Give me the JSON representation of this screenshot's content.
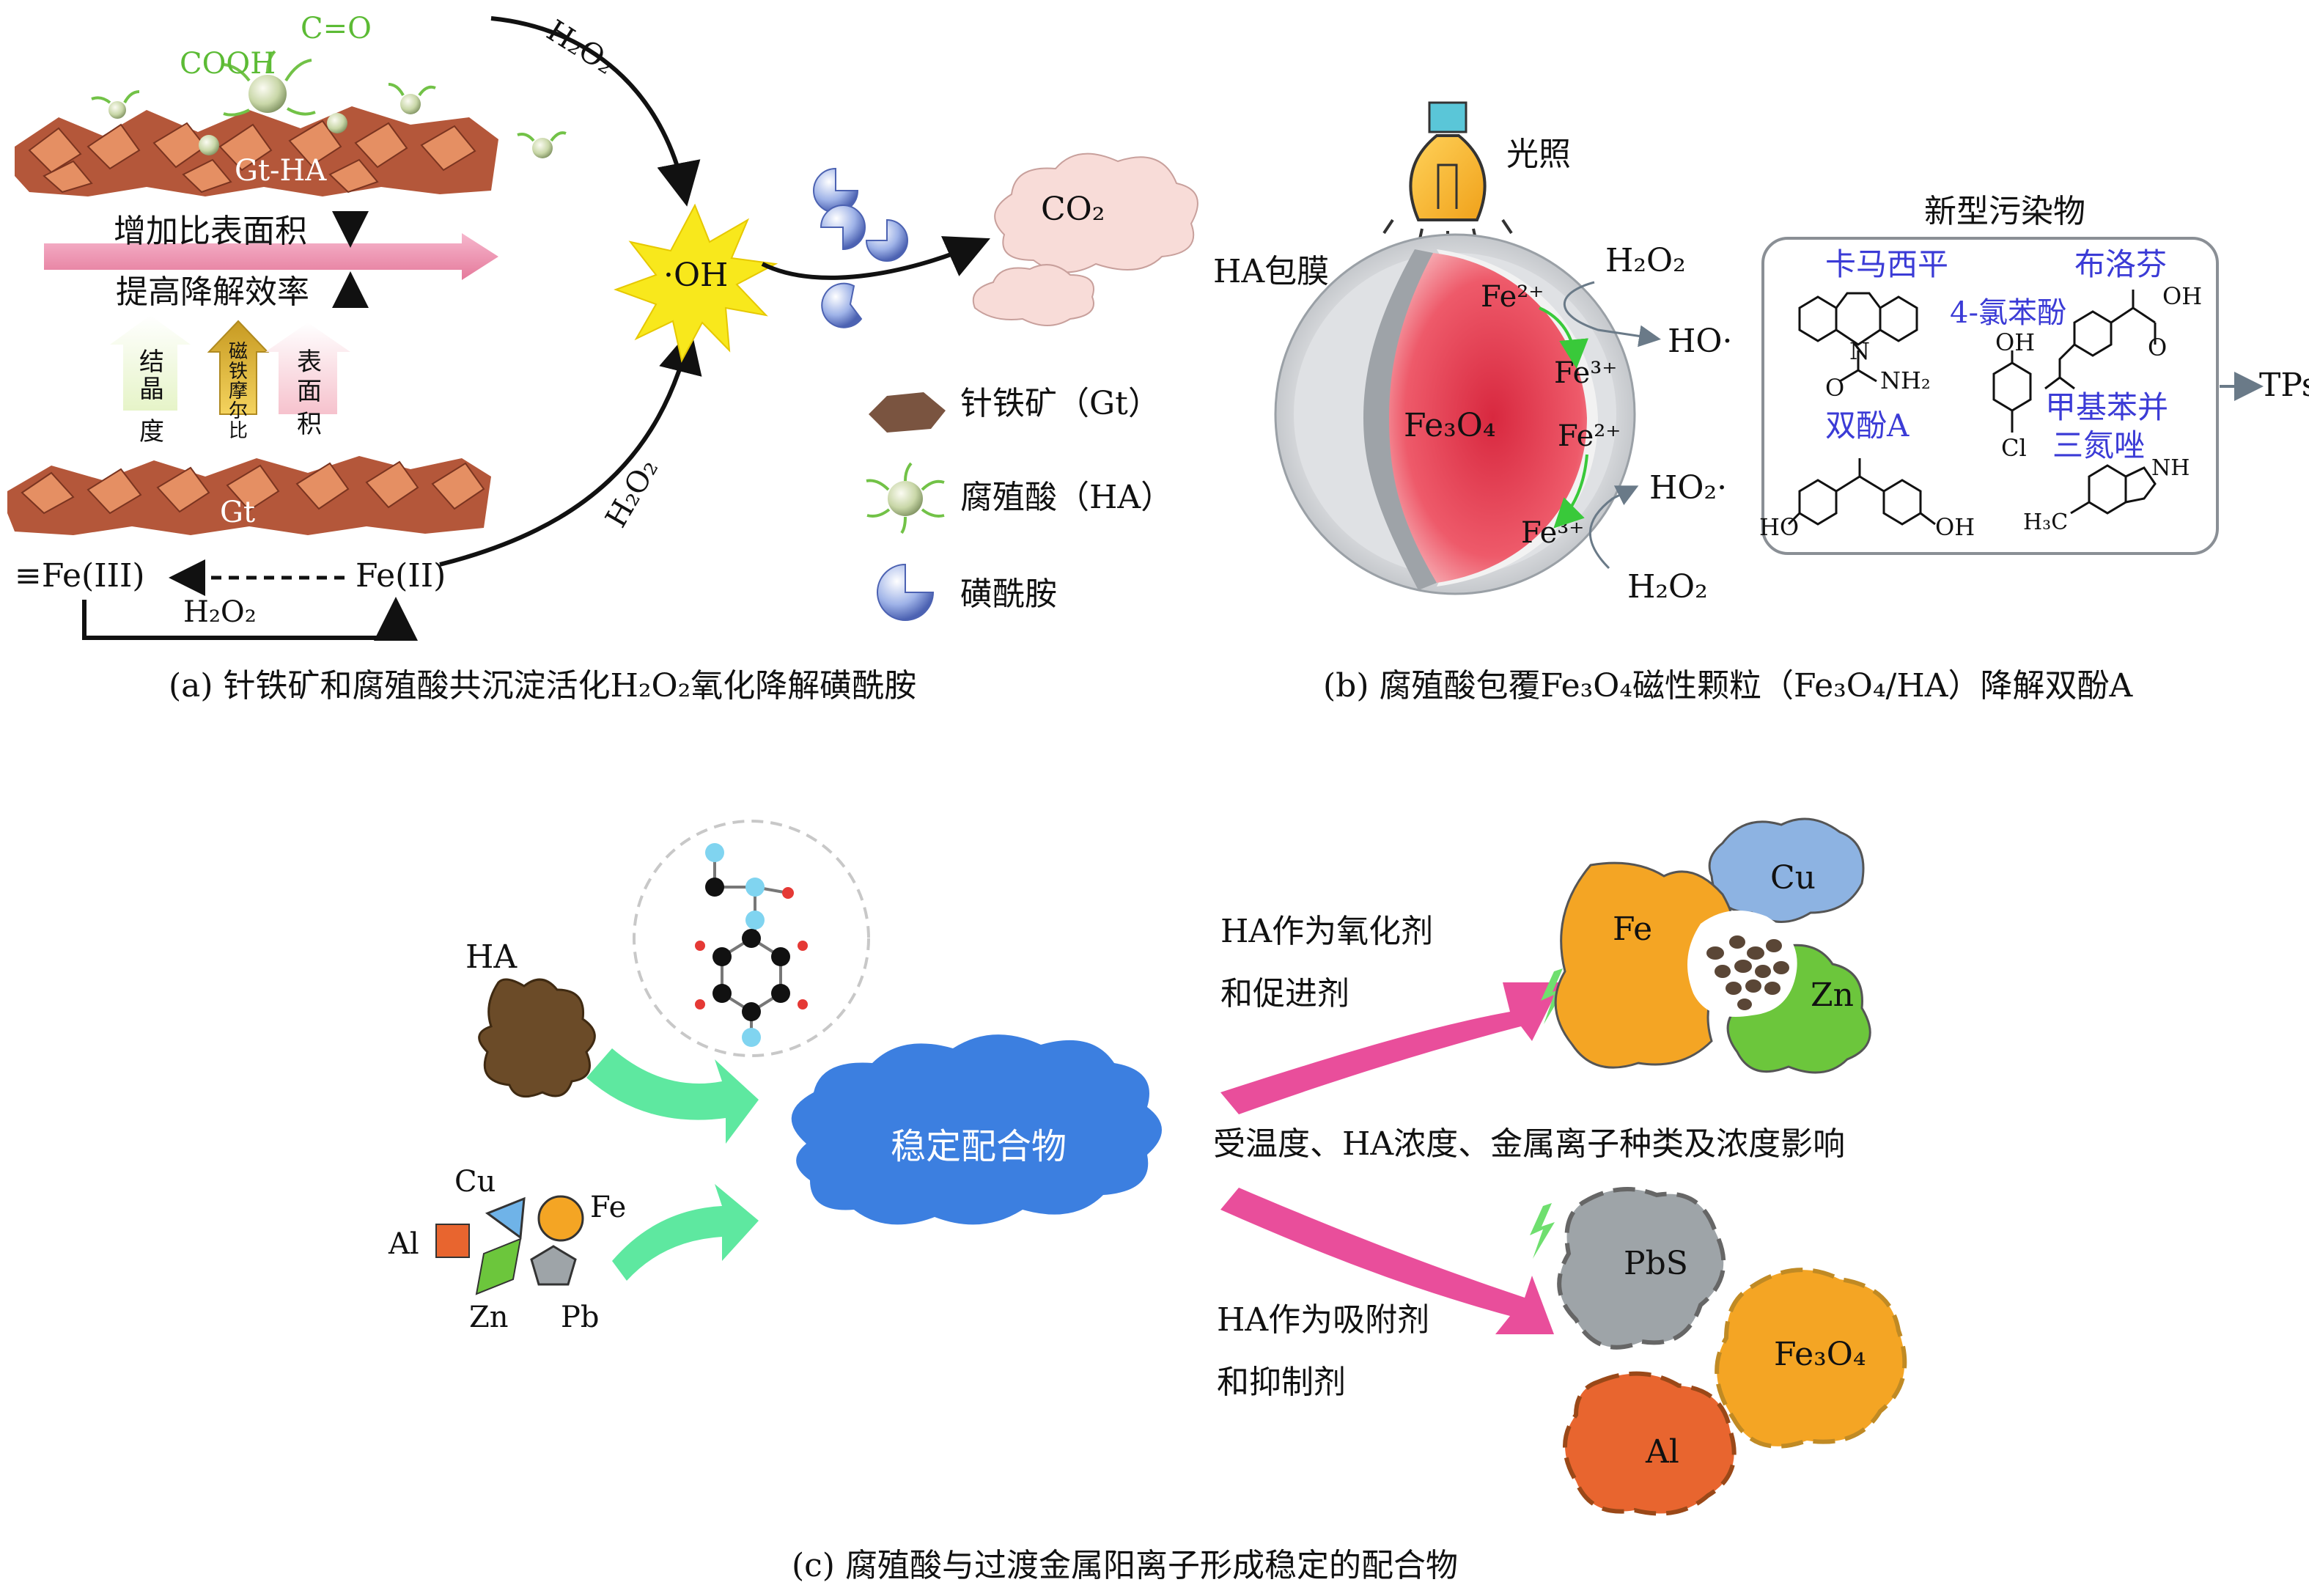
{
  "panel_a": {
    "caption": "(a) 针铁矿和腐殖酸共沉淀活化H₂O₂氧化降解磺酰胺",
    "cooh": "COOH",
    "co": "C=O",
    "gt_ha": "Gt-HA",
    "gt": "Gt",
    "inc_surface": "增加比表面积",
    "inc_efficiency": "提高降解效率",
    "crystallinity": "结晶度",
    "fe_ratio": "磁铁摩尔比",
    "surface_area": "表面积",
    "h2o2_top": "H₂O₂",
    "h2o2_bottom": "H₂O₂",
    "h2o2_cycle": "H₂O₂",
    "oh": "·OH",
    "co2": "CO₂",
    "fe3": "≡Fe(III)",
    "fe2": "Fe(II)",
    "legend": {
      "goethite": "针铁矿（Gt）",
      "humic": "腐殖酸（HA）",
      "sulfonamide": "磺酰胺"
    }
  },
  "panel_b": {
    "caption": "(b) 腐殖酸包覆Fe₃O₄磁性颗粒（Fe₃O₄/HA）降解双酚A",
    "light": "光照",
    "coating": "HA包膜",
    "core": "Fe₃O₄",
    "fe2_top": "Fe²⁺",
    "fe3_top": "Fe³⁺",
    "fe2_bottom": "Fe²⁺",
    "fe3_bottom": "Fe³⁺",
    "h2o2_top": "H₂O₂",
    "h2o2_bottom": "H₂O₂",
    "ho_radical": "HO·",
    "ho2_radical": "HO₂·",
    "box_title": "新型污染物",
    "carbamazepine": "卡马西平",
    "ibuprofen": "布洛芬",
    "chlorophenol": "4-氯苯酚",
    "bpa": "双酚A",
    "benzotriazole_1": "甲基苯并",
    "benzotriazole_2": "三氮唑",
    "tps": "TPs",
    "chem_nh2": "NH₂",
    "chem_o": "O",
    "chem_n": "N",
    "chem_oh": "OH",
    "chem_ho": "HO",
    "chem_cl": "Cl",
    "chem_nh": "NH",
    "chem_h3c": "H₃C"
  },
  "panel_c": {
    "caption": "(c) 腐殖酸与过渡金属阳离子形成稳定的配合物",
    "ha": "HA",
    "cloud": "稳定配合物",
    "oxidant_1": "HA作为氧化剂",
    "oxidant_2": "和促进剂",
    "influence": "受温度、HA浓度、金属离子种类及浓度影响",
    "adsorbent_1": "HA作为吸附剂",
    "adsorbent_2": "和抑制剂",
    "metals": {
      "cu": "Cu",
      "fe": "Fe",
      "al": "Al",
      "zn": "Zn",
      "pb": "Pb"
    },
    "top_cluster": {
      "fe": "Fe",
      "cu": "Cu",
      "zn": "Zn"
    },
    "bottom_cluster": {
      "pbs": "PbS",
      "fe3o4": "Fe₃O₄",
      "al": "Al"
    }
  },
  "colors": {
    "goethite": "#b85a3a",
    "pink_arrow": "#e94e9b",
    "green_arrow": "#5ee8a0",
    "cloud": "#3c7fe0",
    "core_red": "#e8334a",
    "label_blue": "#3b3bd6"
  }
}
